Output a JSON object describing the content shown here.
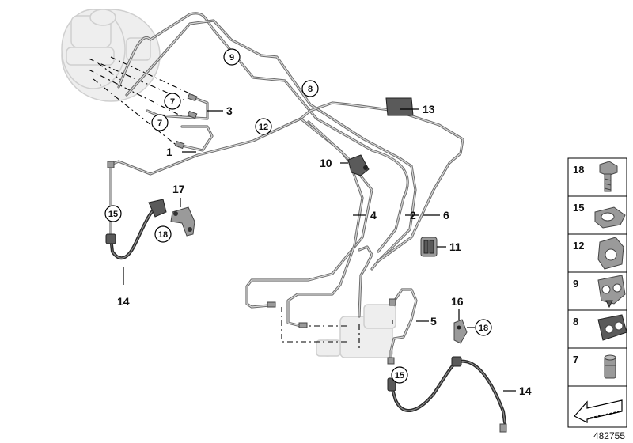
{
  "callouts": {
    "c1": "1",
    "c2": "2",
    "c3": "3",
    "c4": "4",
    "c5": "5",
    "c6": "6",
    "c7a": "7",
    "c7b": "7",
    "c9": "9",
    "c8": "8",
    "c10": "10",
    "c11": "11",
    "c12": "12",
    "c13": "13",
    "c14a": "14",
    "c14b": "14",
    "c15a": "15",
    "c15b": "15",
    "c16": "16",
    "c17": "17",
    "c18a": "18",
    "c18b": "18"
  },
  "legend": {
    "items": [
      {
        "number": "18",
        "icon": "bolt-icon"
      },
      {
        "number": "15",
        "icon": "retaining-clip-icon"
      },
      {
        "number": "12",
        "icon": "pipe-clip-single-icon"
      },
      {
        "number": "9",
        "icon": "pipe-clip-double-icon"
      },
      {
        "number": "8",
        "icon": "pipe-clip-block-icon"
      },
      {
        "number": "7",
        "icon": "union-nut-icon"
      }
    ]
  },
  "image_number": "482755"
}
